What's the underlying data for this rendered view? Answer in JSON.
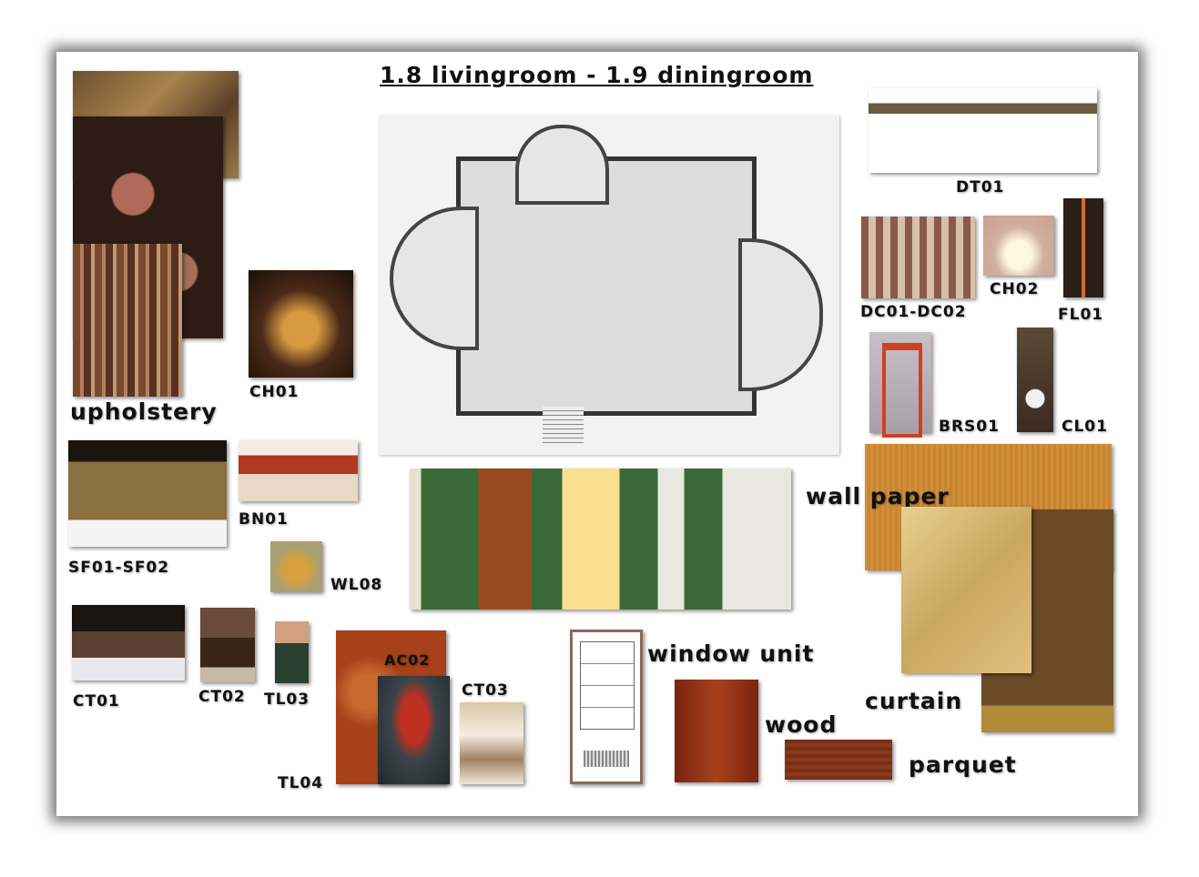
{
  "title": "1.8 livingroom - 1.9 diningroom",
  "labels": {
    "upholstery": "upholstery",
    "ch01": "CH01",
    "dt01": "DT01",
    "dc01_dc02": "DC01-DC02",
    "ch02": "CH02",
    "fl01": "FL01",
    "brs01": "BRS01",
    "cl01": "CL01",
    "sf01_sf02": "SF01-SF02",
    "bn01": "BN01",
    "wl08": "WL08",
    "wall_paper": "wall paper",
    "curtain": "curtain",
    "ct01": "CT01",
    "ct02": "CT02",
    "tl03": "TL03",
    "ac02": "AC02",
    "ct03": "CT03",
    "tl04": "TL04",
    "window_unit": "window unit",
    "wood": "wood",
    "parquet": "parquet"
  },
  "colors": {
    "wallpaper": "#d4953a",
    "wood": "#8a2a10",
    "parquet": "#7a2e15",
    "fabric_dark": "#3a2418"
  }
}
